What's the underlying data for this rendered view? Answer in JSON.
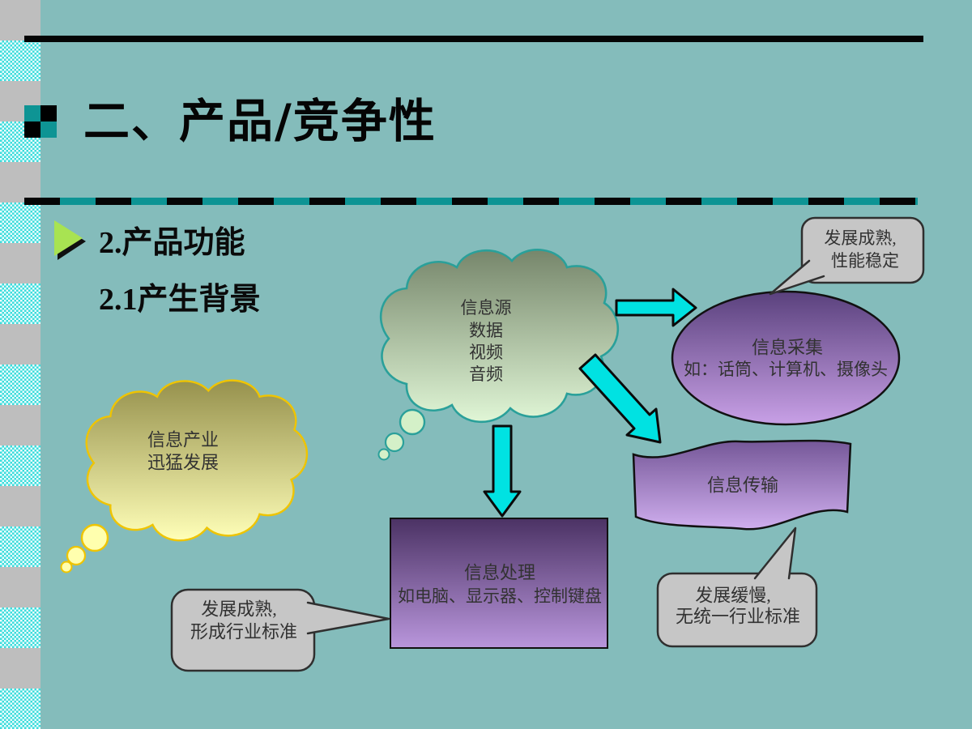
{
  "slide": {
    "title": "二、产品/竞争性",
    "bullets": [
      "2.产品功能",
      "2.1产生背景"
    ]
  },
  "diagram": {
    "industry_cloud": {
      "lines": [
        "信息产业",
        "迅猛发展"
      ]
    },
    "source_cloud": {
      "lines": [
        "信息源",
        "数据",
        "视频",
        "音频"
      ]
    },
    "collection_ellipse": {
      "lines": [
        "信息采集",
        "如：话筒、计算机、摄像头"
      ]
    },
    "transmission_ribbon": {
      "label": "信息传输"
    },
    "processing_box": {
      "lines": [
        "信息处理",
        "如电脑、显示器、控制键盘"
      ]
    },
    "callout_top_right": {
      "lines": [
        "发展成熟,",
        "性能稳定"
      ]
    },
    "callout_bottom_right": {
      "lines": [
        "发展缓慢,",
        "无统一行业标准"
      ]
    },
    "callout_bottom_left": {
      "lines": [
        "发展成熟,",
        "形成行业标准"
      ]
    }
  },
  "icons": {
    "title_bullet": "checker-squares",
    "list_bullet": "green-triangle"
  },
  "colors": {
    "background": "#84bcbb",
    "strip_gray": "#bebebe",
    "strip_cyan": "#3bdcdc",
    "rule_black": "#050505",
    "rule_teal": "#0d9494",
    "arrow_cyan": "#00e2e2",
    "callout_gray": "#c6c6c6",
    "cloud_green_stroke": "#2aa09a",
    "cloud_yellow_stroke": "#efc400",
    "purple_dark": "#4e3168",
    "purple_light": "#c9a2e8",
    "triangle_green": "#a8e352"
  }
}
